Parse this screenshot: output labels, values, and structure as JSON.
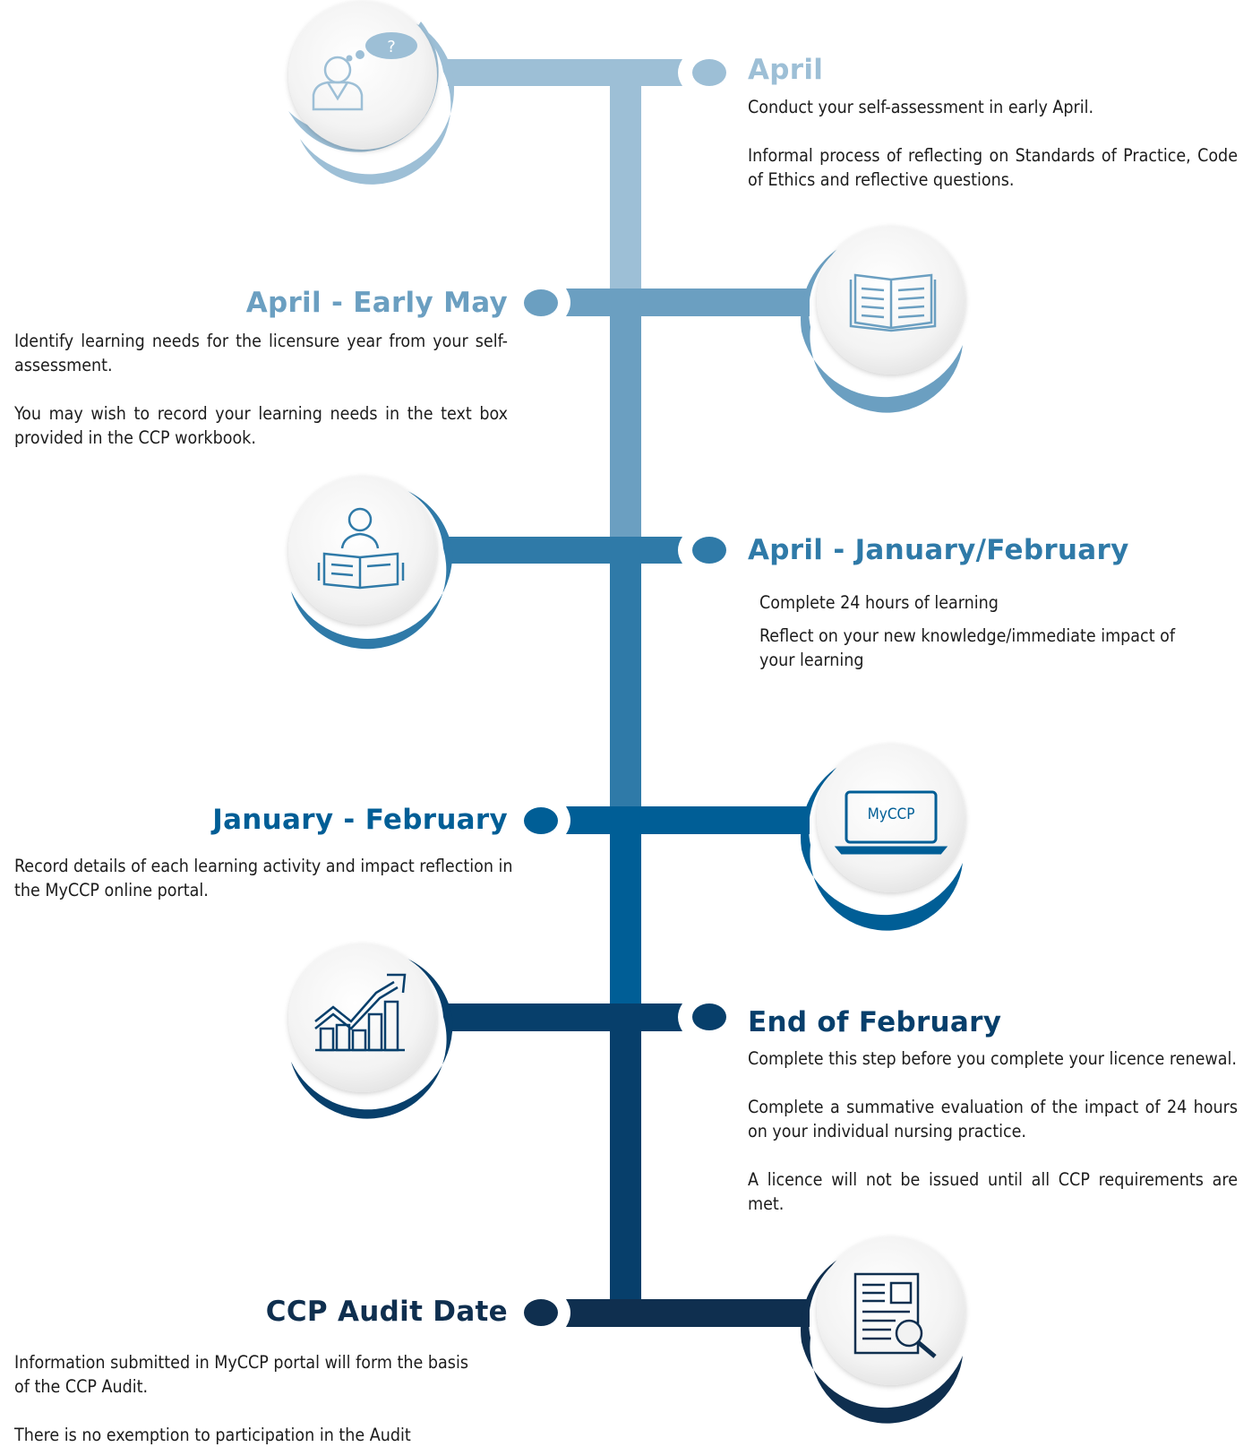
{
  "palette": {
    "s1": "#9dbfd6",
    "s2": "#6b9fc1",
    "s3": "#2f7aa8",
    "s4": "#005e96",
    "s5": "#073f6b",
    "s6": "#0f2f4f",
    "icon_bg": "#f2f2f2"
  },
  "steps": [
    {
      "title": "April",
      "paragraphs": [
        "Conduct your self-assessment in early April.",
        "Informal process of reflecting on Standards of Practice, Code of Ethics and reflective questions."
      ],
      "icon": "thinking-person-icon"
    },
    {
      "title": "April - Early May",
      "paragraphs": [
        "Identify learning needs for the licensure year from your self-assessment.",
        "You may wish to record your learning needs in the text box provided in the CCP workbook."
      ],
      "icon": "open-book-icon"
    },
    {
      "title": "April - January/February",
      "paragraphs": [
        "Complete 24 hours of learning",
        "Reflect on your new knowledge/immediate impact of your  learning"
      ],
      "icon": "reading-person-icon"
    },
    {
      "title": "January - February",
      "paragraphs": [
        "Record details of each learning activity and impact reflection in the MyCCP online portal."
      ],
      "icon": "laptop-icon",
      "icon_text": "MyCCP"
    },
    {
      "title": "End of February",
      "paragraphs": [
        "Complete this step before you complete your licence renewal.",
        "Complete a summative evaluation of the impact of 24 hours on your individual nursing practice.",
        "A licence will not be issued until all CCP requirements are met."
      ],
      "icon": "growth-chart-icon"
    },
    {
      "title": "CCP Audit Date",
      "paragraphs": [
        "Information submitted in MyCCP portal will form the basis of the CCP Audit.",
        "There is no exemption to participation in the Audit"
      ],
      "icon": "document-search-icon"
    }
  ]
}
